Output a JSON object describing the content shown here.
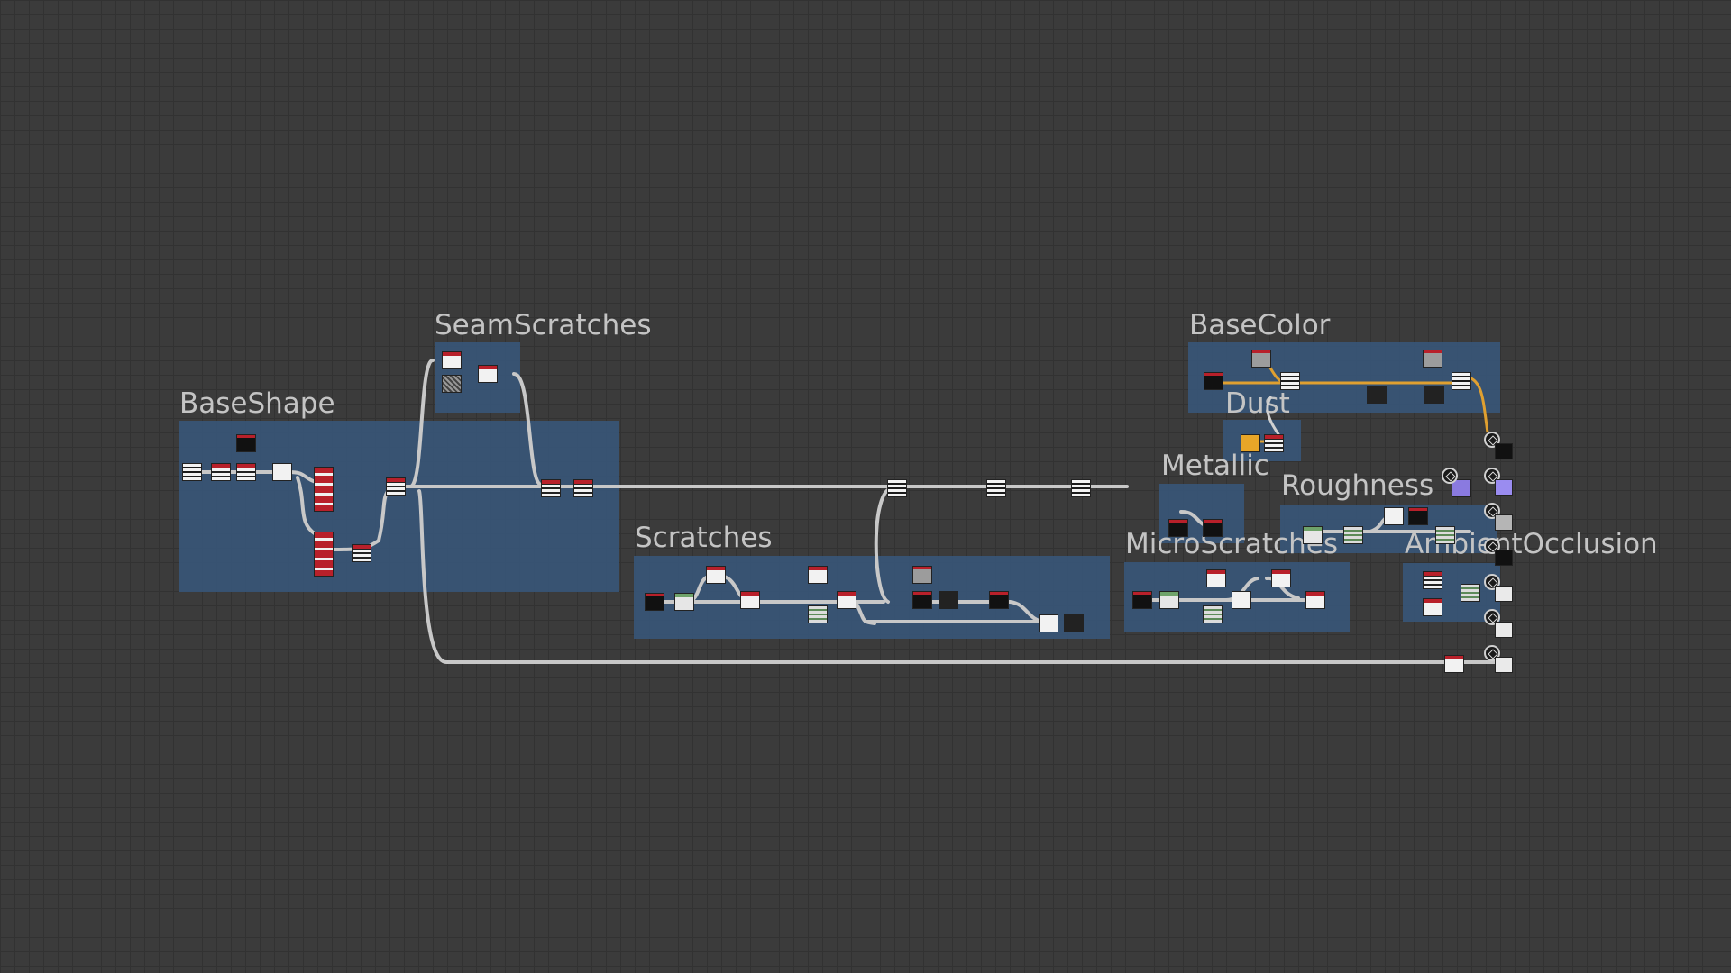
{
  "graph": {
    "frames": {
      "base_shape": "BaseShape",
      "seam_scratches": "SeamScratches",
      "scratches": "Scratches",
      "base_color": "BaseColor",
      "dust": "Dust",
      "metallic": "Metallic",
      "roughness": "Roughness",
      "micro_scratches": "MicroScratches",
      "ambient_occlusion": "AmbientOcclusion"
    }
  },
  "colors": {
    "canvas_background": "#3b3b3b",
    "frame_fill": "#385474",
    "wire": "#c8c8c8",
    "wire_highlight": "#e0a030",
    "node_accent": "#b8202a"
  }
}
